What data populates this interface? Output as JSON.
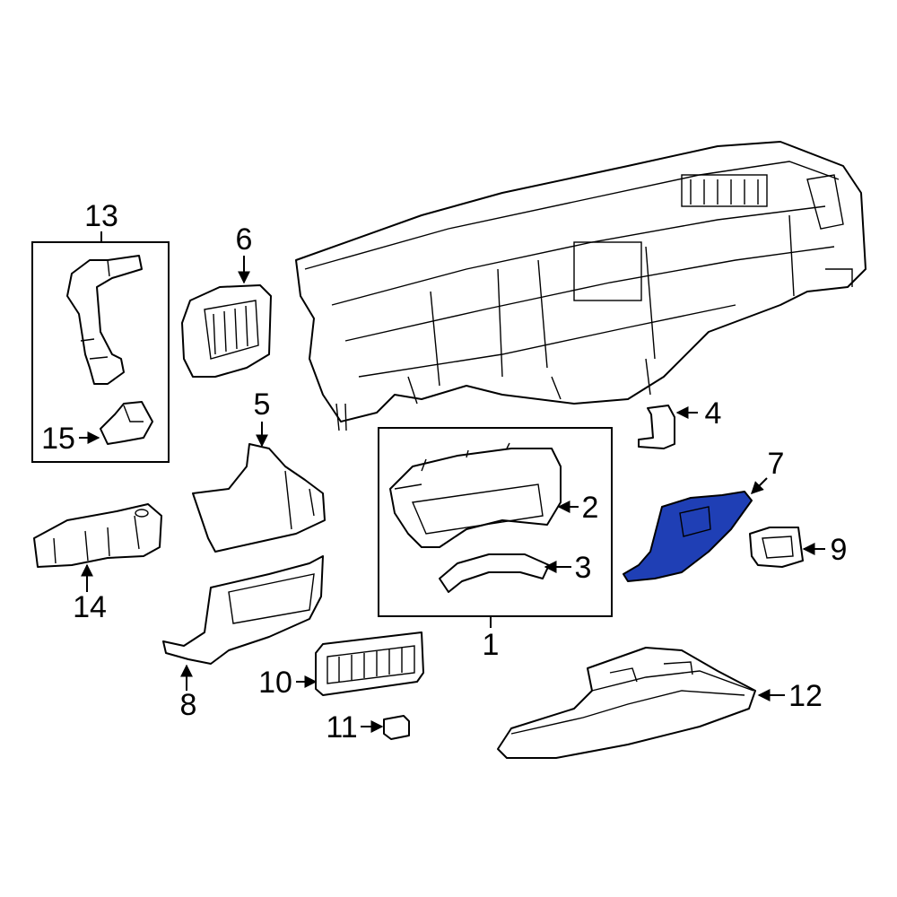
{
  "diagram": {
    "highlight_color": "#1f3fb5",
    "line_color": "#000000",
    "background": "#ffffff",
    "highlighted_part": "7",
    "callouts": [
      {
        "id": "c1",
        "label": "1"
      },
      {
        "id": "c2",
        "label": "2"
      },
      {
        "id": "c3",
        "label": "3"
      },
      {
        "id": "c4",
        "label": "4"
      },
      {
        "id": "c5",
        "label": "5"
      },
      {
        "id": "c6",
        "label": "6"
      },
      {
        "id": "c7",
        "label": "7"
      },
      {
        "id": "c8",
        "label": "8"
      },
      {
        "id": "c9",
        "label": "9"
      },
      {
        "id": "c10",
        "label": "10"
      },
      {
        "id": "c11",
        "label": "11"
      },
      {
        "id": "c12",
        "label": "12"
      },
      {
        "id": "c13",
        "label": "13"
      },
      {
        "id": "c14",
        "label": "14"
      },
      {
        "id": "c15",
        "label": "15"
      }
    ]
  }
}
